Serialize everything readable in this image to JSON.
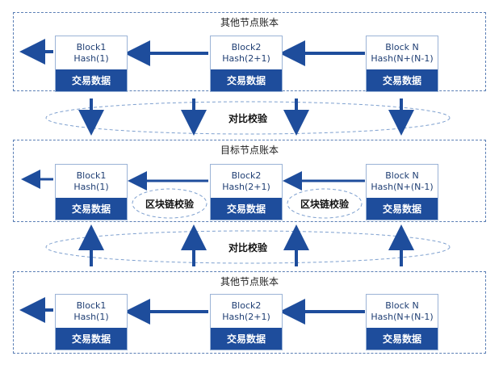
{
  "ledgers": [
    {
      "title": "其他节点账本"
    },
    {
      "title": "目标节点账本"
    },
    {
      "title": "其他节点账本"
    }
  ],
  "blocks": [
    {
      "name": "Block1",
      "hash": "Hash(1)",
      "data": "交易数据"
    },
    {
      "name": "Block2",
      "hash": "Hash(2+1)",
      "data": "交易数据"
    },
    {
      "name": "Block N",
      "hash": "Hash(N+(N-1)",
      "data": "交易数据"
    }
  ],
  "compare_label": "对比校验",
  "chain_verify_label": "区块链校验",
  "colors": {
    "accent": "#1e4d9c",
    "dashed": "#5b7fb5"
  }
}
